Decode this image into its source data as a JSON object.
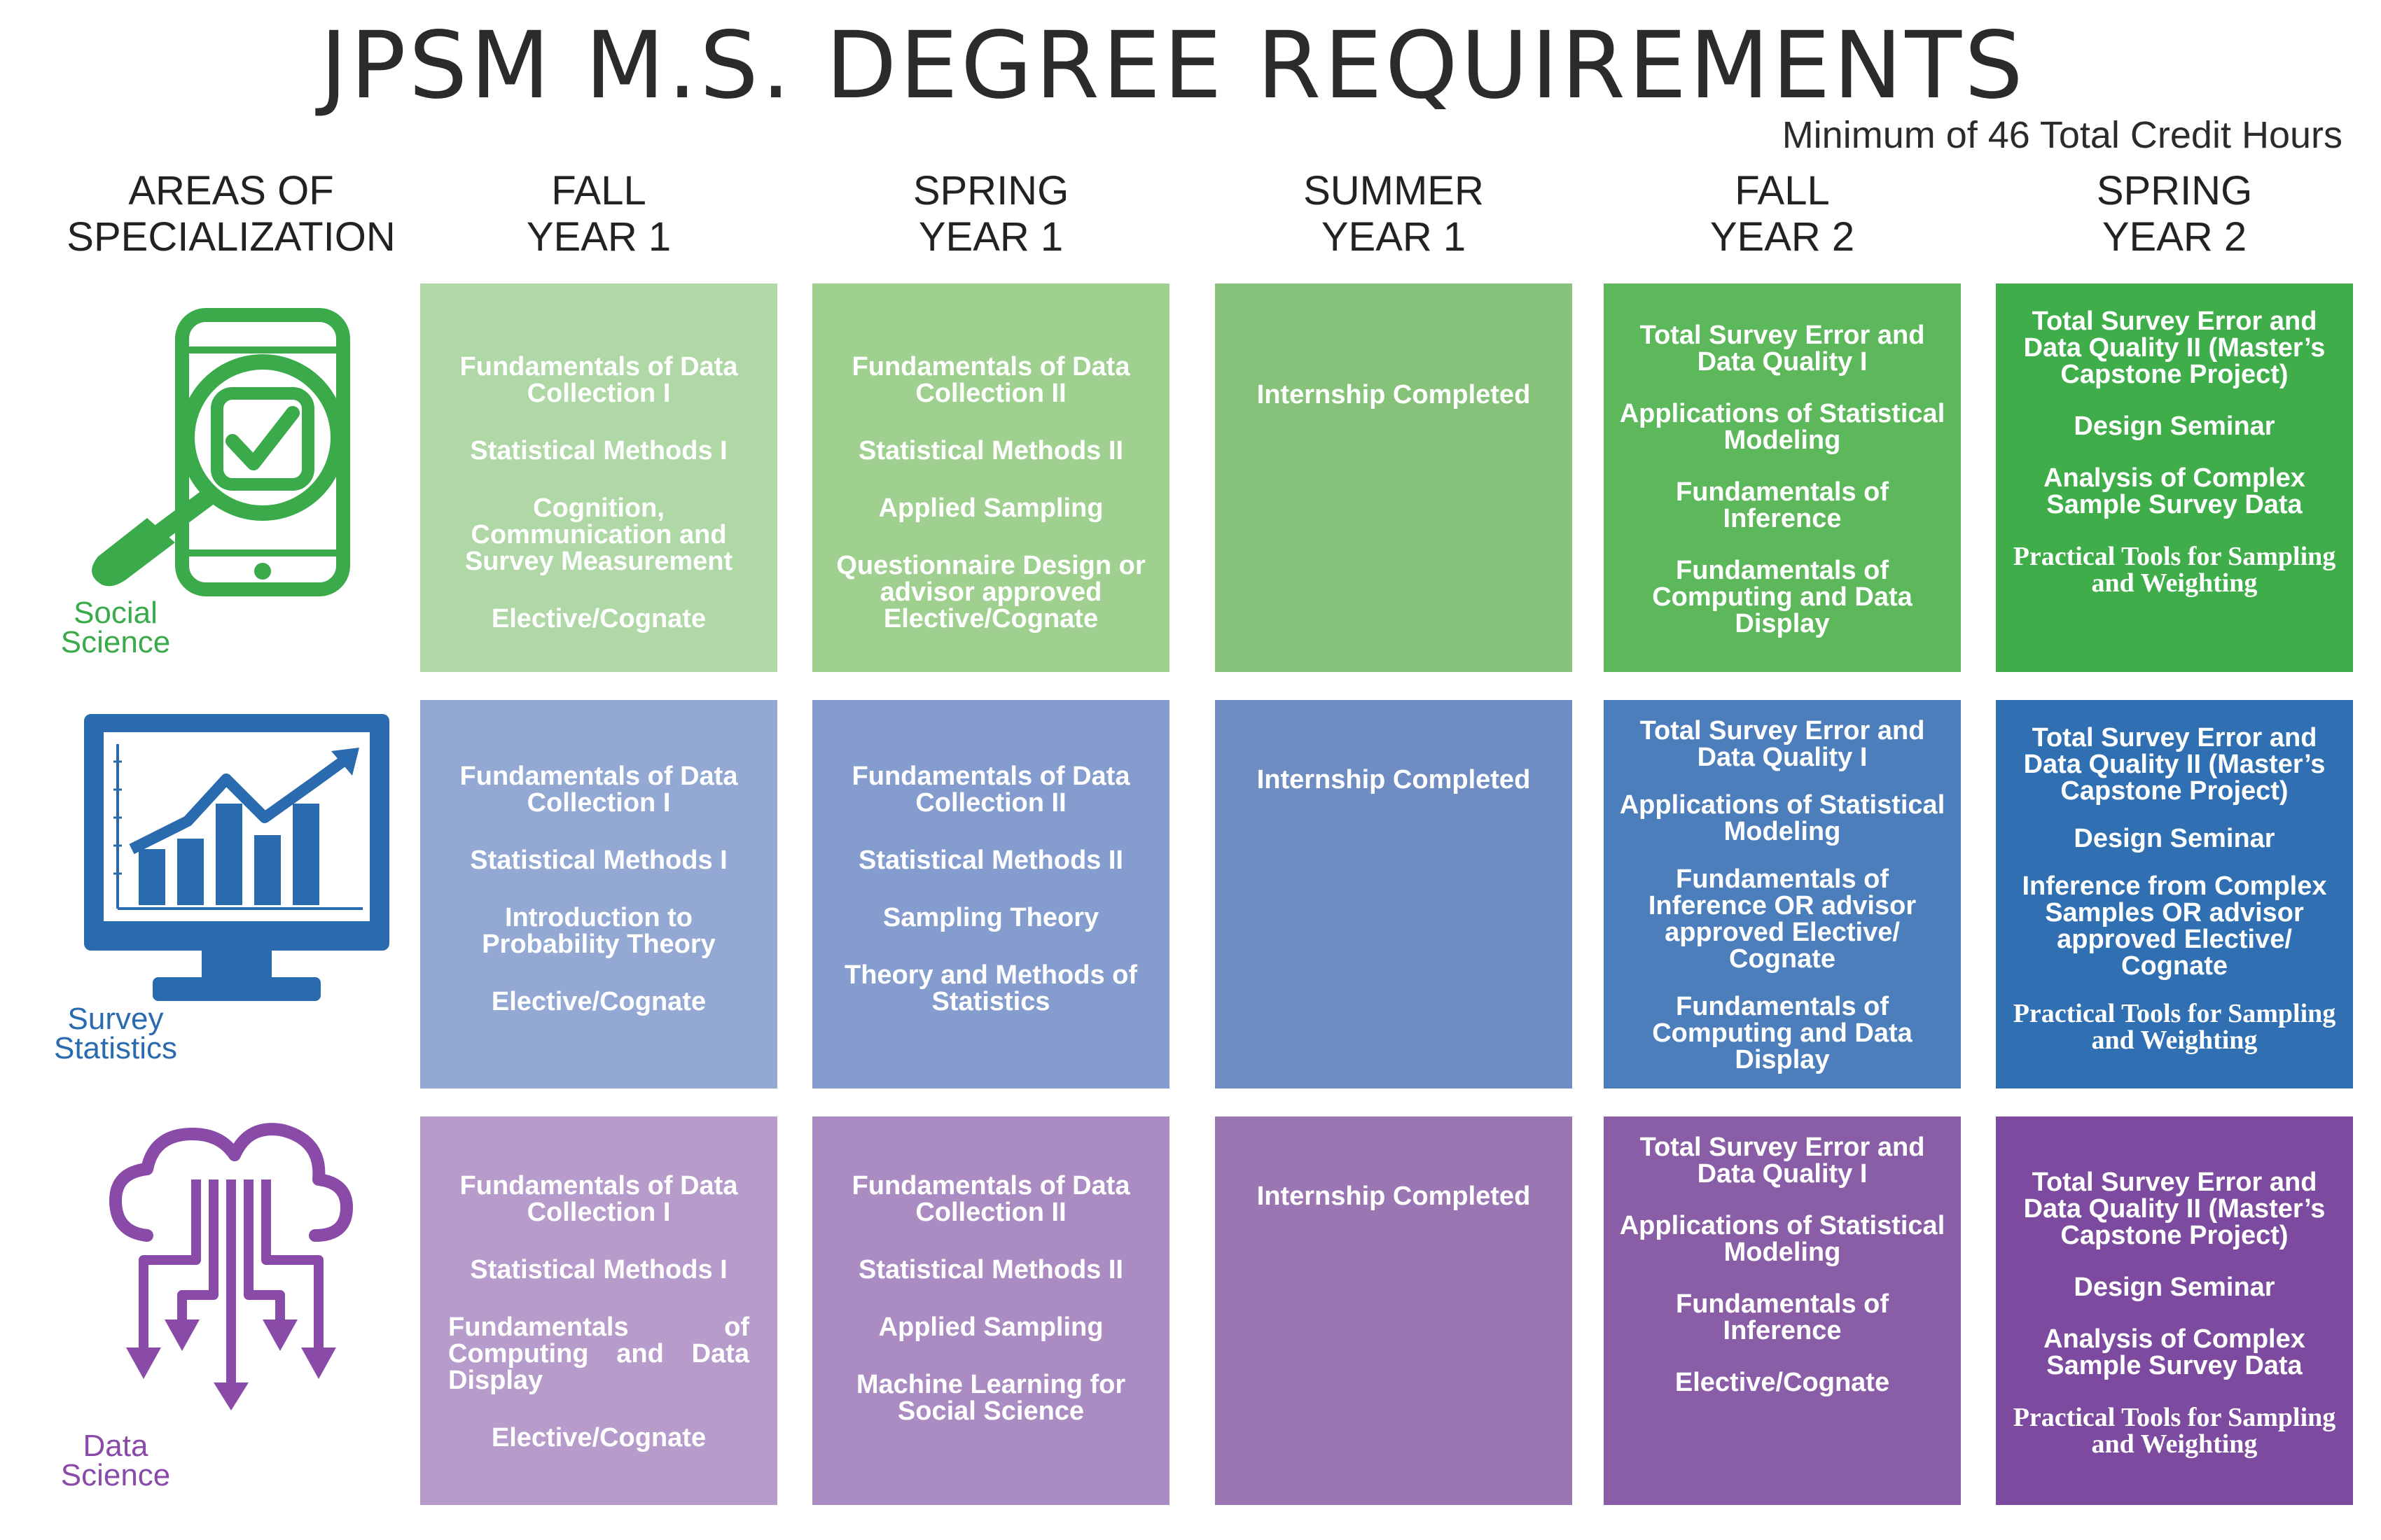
{
  "title": "JPSM M.S. DEGREE REQUIREMENTS",
  "subtitle": "Minimum of 46 Total Credit Hours",
  "column_headers": [
    {
      "line1": "AREAS OF",
      "line2": "SPECIALIZATION"
    },
    {
      "line1": "FALL",
      "line2": "YEAR 1"
    },
    {
      "line1": "SPRING",
      "line2": "YEAR 1"
    },
    {
      "line1": "SUMMER",
      "line2": "YEAR 1"
    },
    {
      "line1": "FALL",
      "line2": "YEAR 2"
    },
    {
      "line1": "SPRING",
      "line2": "YEAR 2"
    }
  ],
  "rows": [
    {
      "label_line1": "Social",
      "label_line2": "Science",
      "icon": "phone-magnifier-check-icon",
      "label_color": "#3aaa4a",
      "colors": [
        "#b0d7a6",
        "#9fd08f",
        "#86c27a",
        "#5db85b",
        "#3fae4a"
      ],
      "cells": [
        [
          "Fundamentals of Data Collection I",
          "Statistical Methods I",
          "Cognition, Communication and Survey Measurement",
          "Elective/Cognate"
        ],
        [
          "Fundamentals of Data Collection II",
          "Statistical Methods II",
          "Applied Sampling",
          "Questionnaire Design or advisor approved Elective/Cognate"
        ],
        [
          "Internship Completed"
        ],
        [
          "Total Survey Error and Data Quality I",
          "Applications of Statistical Modeling",
          "Fundamentals of Inference",
          "Fundamentals of Computing and Data Display"
        ],
        [
          "Total Survey Error and Data Quality II (Master’s Capstone Project)",
          "Design Seminar",
          "Analysis of Complex Sample Survey Data",
          "Practical Tools for Sampling and Weighting"
        ]
      ]
    },
    {
      "label_line1": "Survey",
      "label_line2": "Statistics",
      "icon": "monitor-chart-icon",
      "label_color": "#2a6aae",
      "colors": [
        "#93a8d3",
        "#859cce",
        "#6f8dc2",
        "#4d7ebc",
        "#2f6fb2"
      ],
      "cells": [
        [
          "Fundamentals of Data Collection I",
          "Statistical Methods I",
          "Introduction to Probability Theory",
          "Elective/Cognate"
        ],
        [
          "Fundamentals of Data Collection II",
          "Statistical Methods II",
          "Sampling Theory",
          "Theory and Methods of Statistics"
        ],
        [
          "Internship Completed"
        ],
        [
          "Total Survey Error and Data Quality I",
          "Applications of Statistical Modeling",
          "Fundamentals of Inference OR advisor approved Elective/ Cognate",
          "Fundamentals of Computing and Data Display"
        ],
        [
          "Total Survey Error and Data Quality II (Master’s Capstone Project)",
          "Design Seminar",
          "Inference from Complex Samples OR advisor approved Elective/ Cognate",
          "Practical Tools for Sampling and Weighting"
        ]
      ]
    },
    {
      "label_line1": "Data",
      "label_line2": "Science",
      "icon": "cloud-data-arrows-icon",
      "label_color": "#8a4aa8",
      "colors": [
        "#b79ccb",
        "#aa8cc3",
        "#9a76b3",
        "#8a5ea7",
        "#7c4a9e"
      ],
      "cells": [
        [
          "Fundamentals of Data Collection I",
          "Statistical Methods I",
          "Fundamentals of Computing and Data Display",
          "Elective/Cognate"
        ],
        [
          "Fundamentals of Data Collection II",
          "Statistical Methods II",
          "Applied Sampling",
          "Machine Learning for Social Science"
        ],
        [
          "Internship Completed"
        ],
        [
          "Total Survey Error and Data Quality I",
          "Applications of Statistical Modeling",
          "Fundamentals of Inference",
          "Elective/Cognate"
        ],
        [
          "Total Survey Error and Data Quality II (Master’s Capstone Project)",
          "Design Seminar",
          "Analysis of Complex Sample Survey Data",
          "Practical Tools for Sampling and Weighting"
        ]
      ]
    }
  ]
}
